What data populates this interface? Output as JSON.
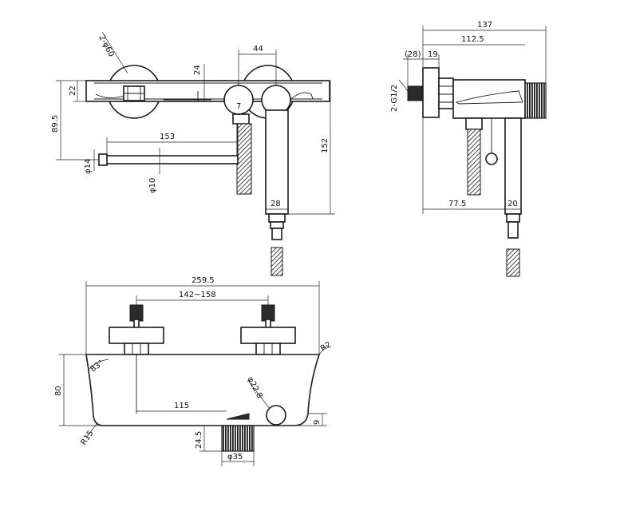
{
  "front_view": {
    "holes_label": "2-φ60",
    "dim_44": "44",
    "dim_24": "24",
    "dim_22": "22",
    "dim_89_5": "89.5",
    "dim_7": "7",
    "dim_153": "153",
    "dim_phi14": "φ14",
    "dim_phi10": "φ10",
    "dim_152": "152",
    "dim_28": "28"
  },
  "side_view": {
    "dim_137": "137",
    "dim_112_5": "112.5",
    "dim_28p": "(28)",
    "dim_19": "19",
    "thread_label": "2-G1/2",
    "dim_77_5": "77.5",
    "dim_20": "20"
  },
  "top_view": {
    "dim_259_5": "259.5",
    "dim_142_158": "142~158",
    "dim_r2": "R2",
    "dim_angle": "83°",
    "dim_80": "80",
    "dim_phi22_8": "φ22.8",
    "dim_115": "115",
    "dim_9": "9",
    "dim_r15": "R15",
    "dim_24_5": "24.5",
    "dim_phi35": "φ35"
  }
}
